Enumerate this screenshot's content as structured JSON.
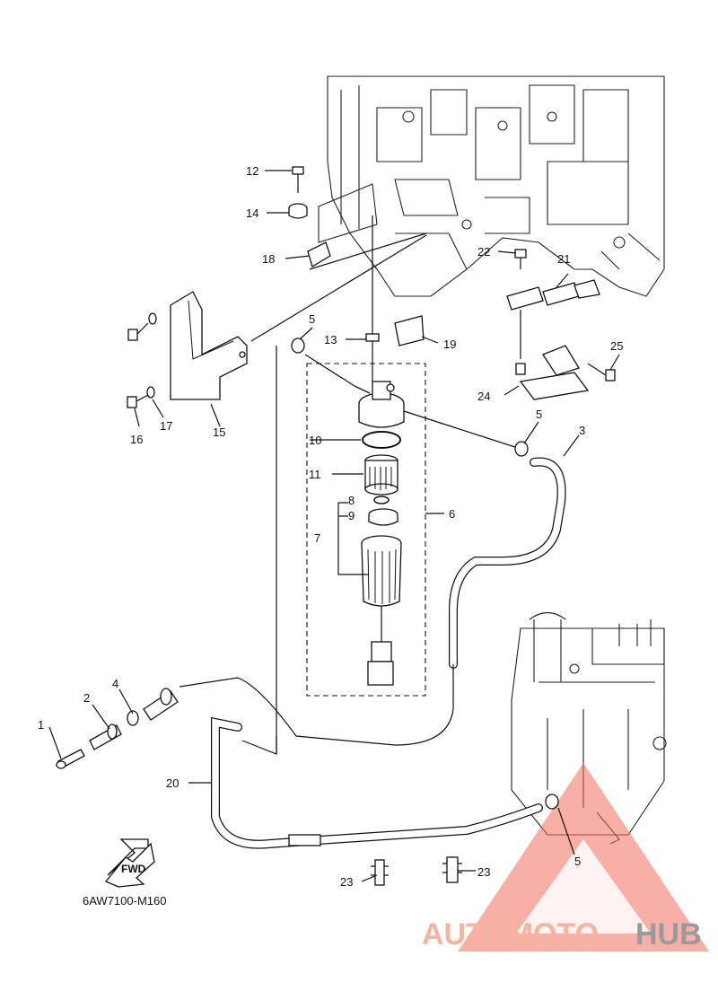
{
  "diagram": {
    "code": "6AW7100-M160",
    "fwd_label": "FWD",
    "callouts": [
      "1",
      "2",
      "3",
      "4",
      "5",
      "5",
      "5",
      "6",
      "7",
      "8",
      "9",
      "10",
      "11",
      "12",
      "13",
      "14",
      "15",
      "16",
      "17",
      "18",
      "19",
      "20",
      "21",
      "22",
      "23",
      "23",
      "24",
      "25"
    ]
  },
  "watermark": {
    "part1": "AUTOMOTO",
    "part2": "HUB",
    "colors": {
      "triangle": "#f26d5b",
      "text_light": "#f2b5a0",
      "text_dark": "#9a9a9a"
    }
  }
}
